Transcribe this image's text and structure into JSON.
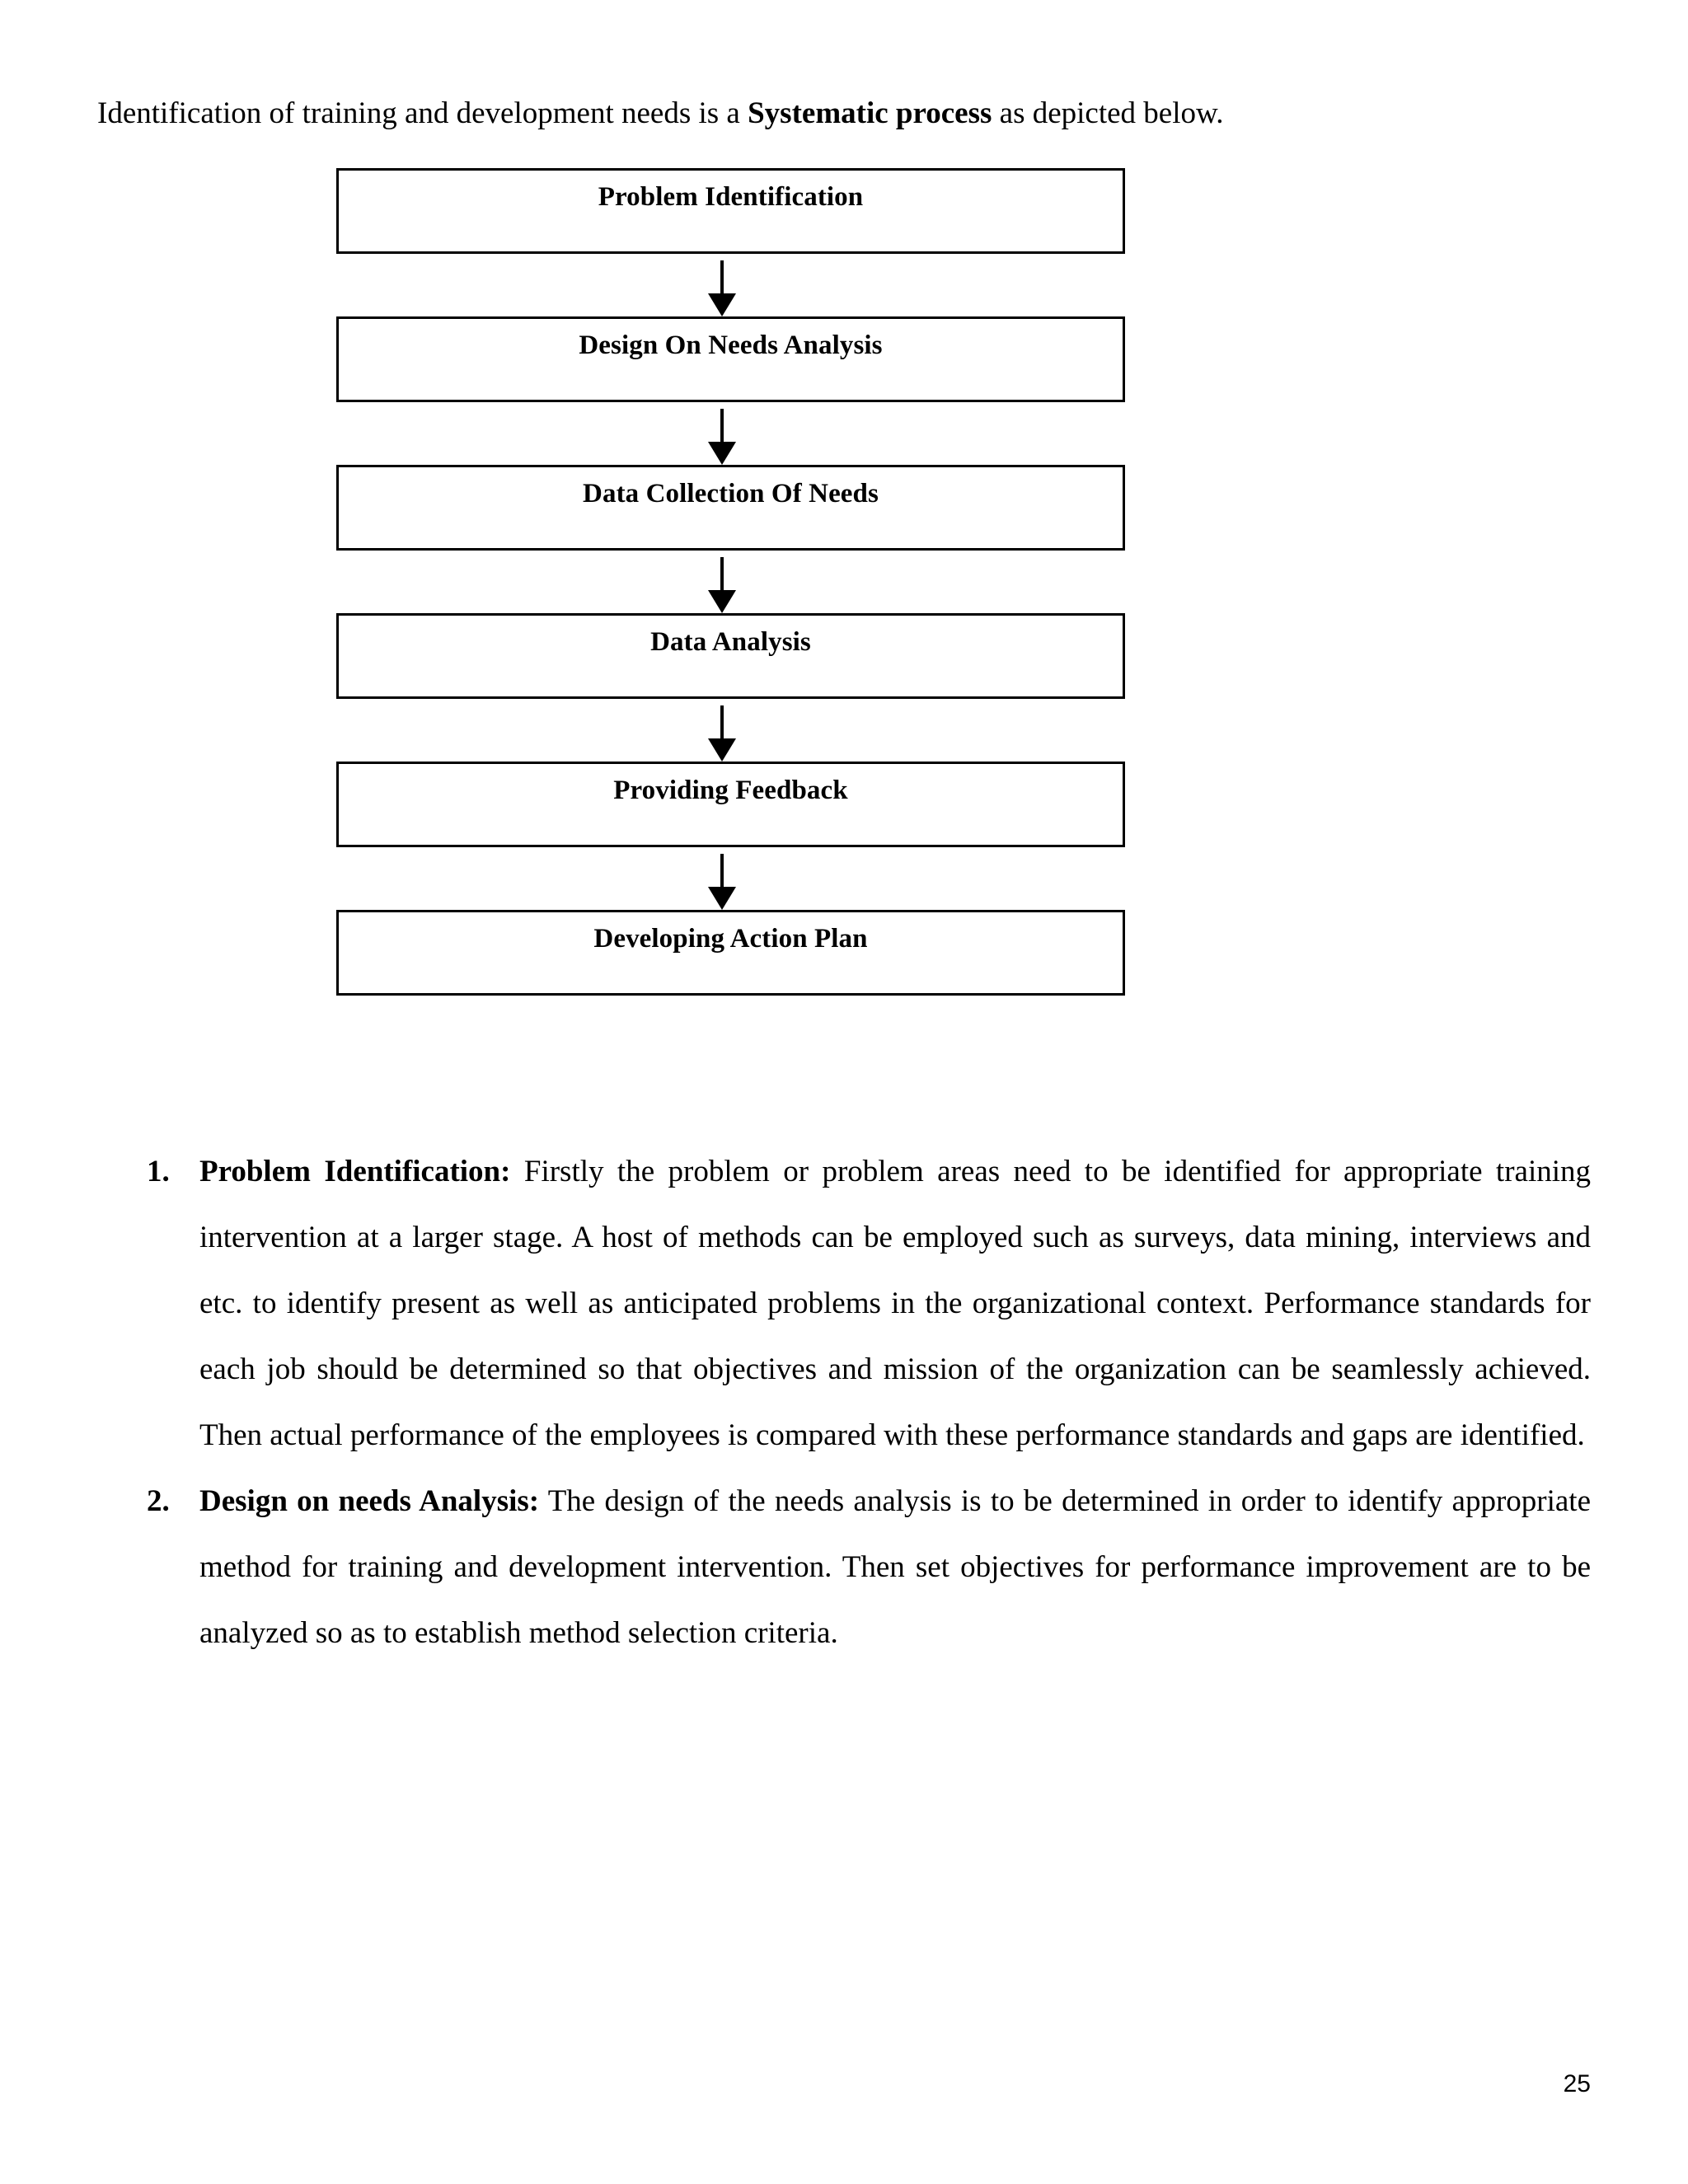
{
  "document": {
    "intro": {
      "before_bold": "Identification of training and development needs is a ",
      "bold": "Systematic process",
      "after_bold": " as depicted below."
    },
    "flowchart": {
      "boxes": [
        {
          "label": "Problem Identification"
        },
        {
          "label": "Design On Needs Analysis"
        },
        {
          "label": "Data Collection Of Needs"
        },
        {
          "label": "Data Analysis"
        },
        {
          "label": "Providing Feedback"
        },
        {
          "label": "Developing Action Plan"
        }
      ],
      "arrow_glyph": "down-arrow"
    },
    "list": [
      {
        "marker": "1.",
        "lead": "Problem Identification:",
        "text": " Firstly the problem or problem areas need to be identified for appropriate training intervention at a larger stage. A host of methods can be employed such as surveys, data mining, interviews and etc. to identify present as well as anticipated problems in the organizational context. Performance standards for each job should be determined so that objectives and mission of the organization can be seamlessly achieved. Then actual performance of the employees is compared with these performance standards and gaps are identified."
      },
      {
        "marker": "2.",
        "lead": "Design on needs Analysis:",
        "text": " The design of the needs analysis is to be determined in order to identify appropriate method for training and development intervention. Then set objectives for performance improvement are to be analyzed so as to establish method selection criteria."
      }
    ],
    "page_number": "25"
  }
}
